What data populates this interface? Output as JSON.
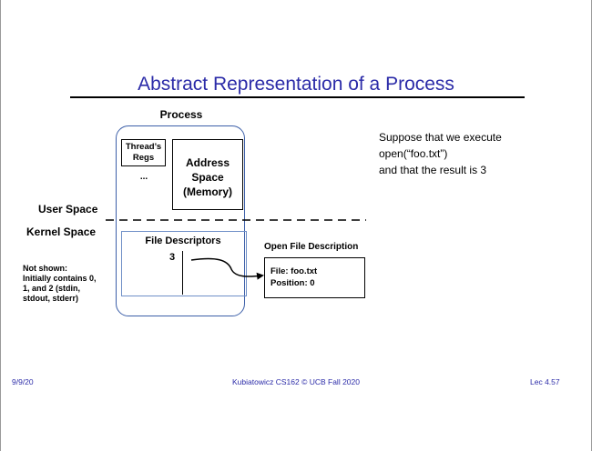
{
  "slide": {
    "title": "Abstract Representation of a Process",
    "process_label": "Process",
    "thread_regs": [
      "Thread’s",
      "Regs"
    ],
    "thread_ellipsis": "...",
    "address_space": [
      "Address",
      "Space",
      "(Memory)"
    ],
    "user_space_label": "User Space",
    "kernel_space_label": "Kernel Space",
    "file_descriptors_label": "File Descriptors",
    "fd_number": "3",
    "not_shown_note": [
      "Not shown:",
      "Initially contains 0,",
      "1, and 2 (stdin,",
      "stdout, stderr)"
    ],
    "open_file_description_label": "Open File Description",
    "open_file_description": [
      "File: foo.txt",
      "Position: 0"
    ],
    "narrative": [
      "Suppose that we execute",
      "open(“foo.txt”)",
      "and that the result is 3"
    ]
  },
  "footer": {
    "date": "9/9/20",
    "center": "Kubiatowicz CS162 © UCB Fall 2020",
    "lecture": "Lec 4.57"
  },
  "colors": {
    "title": "#2b2ba8",
    "process_border": "#3c5fa8",
    "fd_border": "#6f8fc7",
    "footer": "#2b2ba8"
  }
}
